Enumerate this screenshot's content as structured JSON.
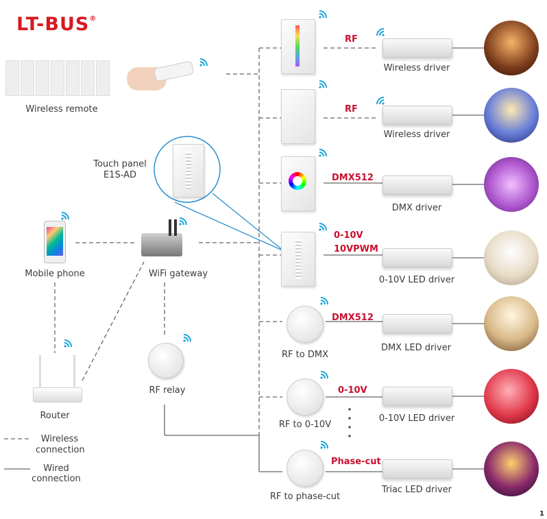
{
  "brand": {
    "logo_text": "LT-BUS",
    "registered": "®"
  },
  "left": {
    "wireless_remote": "Wireless remote",
    "touch_panel_line1": "Touch panel",
    "touch_panel_line2": "E1S-AD",
    "mobile_phone": "Mobile phone",
    "wifi_gateway": "WiFi gateway",
    "router": "Router",
    "rf_relay": "RF relay"
  },
  "legend": {
    "wireless_line1": "Wireless",
    "wireless_line2": "connection",
    "wired_line1": "Wired",
    "wired_line2": "connection"
  },
  "rows": [
    {
      "signal": "RF",
      "driver": "Wireless driver"
    },
    {
      "signal": "RF",
      "driver": "Wireless driver"
    },
    {
      "signal": "DMX512",
      "driver": "DMX driver"
    },
    {
      "signal_line1": "0-10V",
      "signal_line2": "10VPWM",
      "driver": "0-10V LED driver"
    },
    {
      "signal": "DMX512",
      "driver": "DMX LED driver",
      "source": "RF to DMX"
    },
    {
      "signal": "0-10V",
      "driver": "0-10V LED driver",
      "source": "RF to 0-10V"
    },
    {
      "signal": "Phase-cut",
      "driver": "Triac LED driver",
      "source": "RF to phase-cut"
    }
  ],
  "page_number": "1",
  "colors": {
    "brand_red": "#d71920",
    "signal_red": "#c8102e",
    "wifi_blue": "#1aa3d9"
  }
}
